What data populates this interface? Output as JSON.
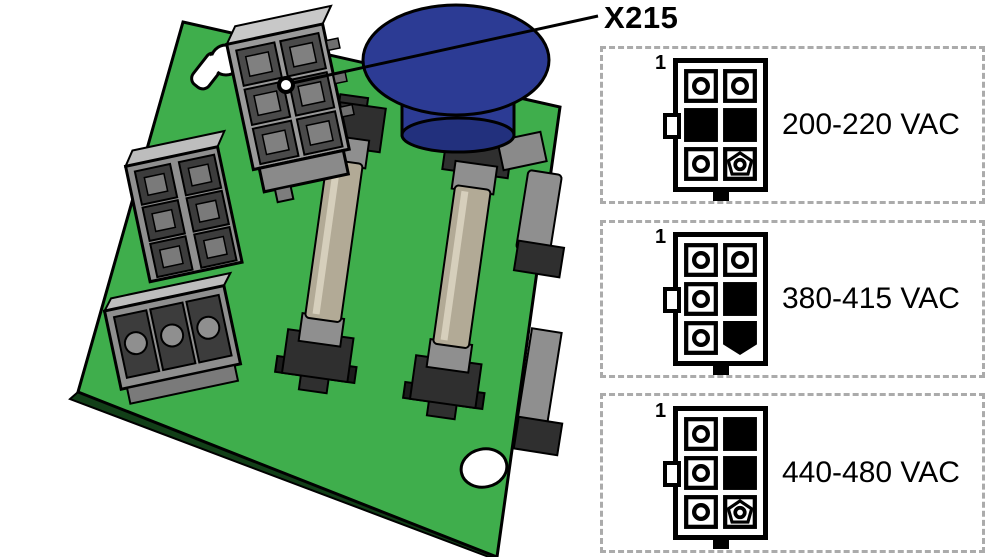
{
  "illustration": {
    "callout_label": "X215"
  },
  "colors": {
    "board_green": "#3fae4c",
    "cap_blue": "#2c3b94",
    "cap_blue_dark": "#22307d"
  },
  "voltage_options": [
    {
      "pin1_label": "1",
      "label": "200-220 VAC",
      "pins": [
        [
          "open",
          "open"
        ],
        [
          "filled",
          "filled"
        ],
        [
          "open",
          "keyed"
        ]
      ]
    },
    {
      "pin1_label": "1",
      "label": "380-415 VAC",
      "pins": [
        [
          "open",
          "open"
        ],
        [
          "open",
          "filled"
        ],
        [
          "open",
          "keyed-filled"
        ]
      ]
    },
    {
      "pin1_label": "1",
      "label": "440-480 VAC",
      "pins": [
        [
          "open",
          "filled"
        ],
        [
          "open",
          "filled"
        ],
        [
          "open",
          "keyed"
        ]
      ]
    }
  ]
}
